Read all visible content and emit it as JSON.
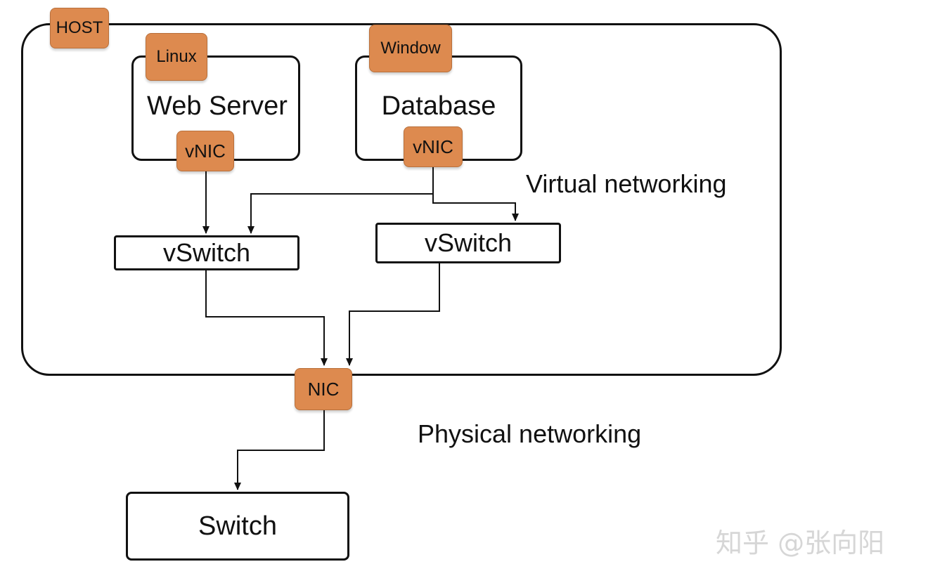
{
  "host": {
    "tag": "HOST"
  },
  "web_vm": {
    "os_tag": "Linux",
    "title": "Web Server",
    "vnic": "vNIC"
  },
  "db_vm": {
    "os_tag": "Window",
    "title": "Database",
    "vnic": "vNIC"
  },
  "vswitch_left": {
    "label": "vSwitch"
  },
  "vswitch_right": {
    "label": "vSwitch"
  },
  "nic": {
    "label": "NIC"
  },
  "switch": {
    "label": "Switch"
  },
  "virtual_networking_label": "Virtual networking",
  "physical_networking_label": "Physical networking",
  "watermark": "知乎 @张向阳",
  "colors": {
    "tag_fill": "#dd8a4f",
    "stroke": "#111111"
  }
}
